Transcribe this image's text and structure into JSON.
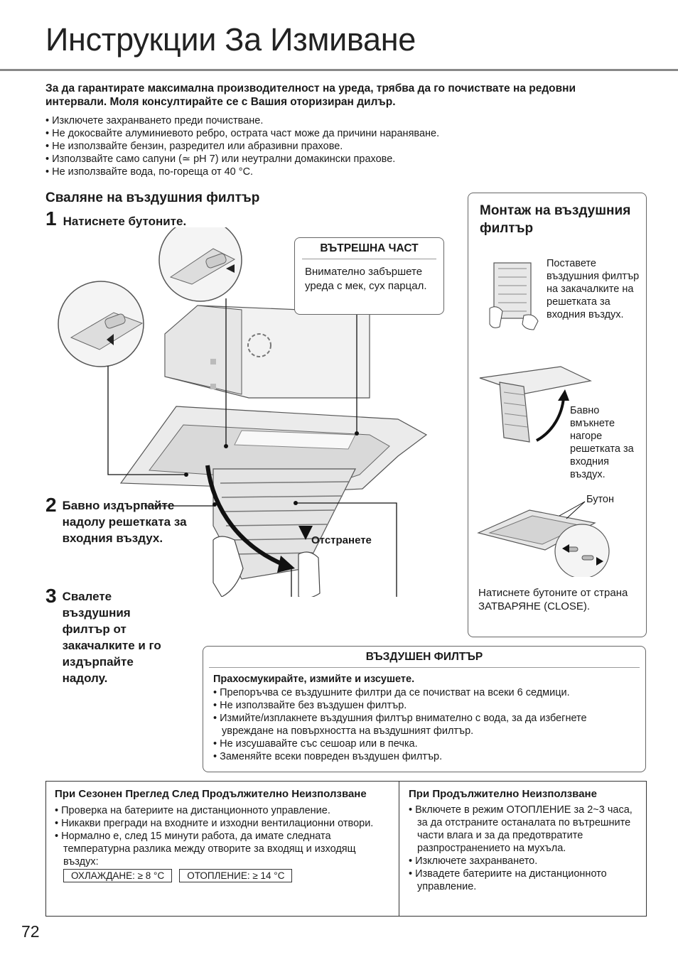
{
  "page": {
    "title": "Инструкции За Измиване",
    "intro": "За да гарантирате максимална производителност на уреда, трябва да го почиствате на редовни интервали. Моля консултирайте се с Вашия оторизиран дилър.",
    "bullets": [
      "Изключете захранването преди почистване.",
      "Не докосвайте алуминиевото ребро, острата част може да причини нараняване.",
      "Не използвайте бензин, разредител или абразивни прахове.",
      "Използвайте само сапуни (≃ pH 7) или неутрални домакински прахове.",
      "Не използвайте вода, по-гореща от 40 °C."
    ],
    "page_number": "72"
  },
  "removal": {
    "heading": "Сваляне на въздушния филтър",
    "step1_num": "1",
    "step1_text": "Натиснете бутоните.",
    "step2_num": "2",
    "step2_text": "Бавно издърпайте надолу решетката за входния въздух.",
    "step3_num": "3",
    "step3_text": "Свалете въздушния филтър от закачалките и го издърпайте надолу.",
    "remove_label": "Отстранете"
  },
  "inner_box": {
    "heading": "ВЪТРЕШНА ЧАСТ",
    "text": "Внимателно забършете уреда с мек, сух парцал."
  },
  "install": {
    "heading": "Монтаж на въздушния филтър",
    "text1": "Поставете въздушния филтър на закачалките на решетката за входния въздух.",
    "text2": "Бавно вмъкнете нагоре решетката за входния въздух.",
    "button_label": "Бутон",
    "text3": "Натиснете бутоните от страна ЗАТВАРЯНЕ (CLOSE)."
  },
  "filter_box": {
    "heading": "ВЪЗДУШЕН ФИЛТЪР",
    "subheading": "Прахосмукирайте, измийте и изсушете.",
    "bullets": [
      "Препоръчва се въздушните филтри да се почистват на всеки 6 седмици.",
      "Не използвайте без въздушен филтър.",
      "Измийте/изплакнете въздушния филтър внимателно с вода, за да избегнете увреждане на повърхността на въздушният филтър.",
      "Не изсушавайте със сешоар или в печка.",
      "Заменяйте всеки повреден въздушен филтър."
    ]
  },
  "season": {
    "heading": "При Сезонен Преглед След Продължително Неизползване",
    "bullets": [
      "Проверка на батериите на дистанционното управление.",
      "Никакви прегради на входните и изходни вентилационни отвори.",
      "Нормално е, след 15 минути работа, да имате следната температурна разлика между отворите за входящ и изходящ въздух:"
    ],
    "cooling": "ОХЛАЖДАНЕ: ≥ 8 °C",
    "heating": "ОТОПЛЕНИЕ: ≥ 14 °C"
  },
  "unused": {
    "heading": "При Продължително Неизползване",
    "bullets": [
      "Включете в режим ОТОПЛЕНИЕ за 2~3 часа, за да отстраните останалата по вътрешните части влага и за да предотвратите разпространението на мухъла.",
      "Изключете захранването.",
      "Извадете батериите на дистанционното управление."
    ]
  }
}
